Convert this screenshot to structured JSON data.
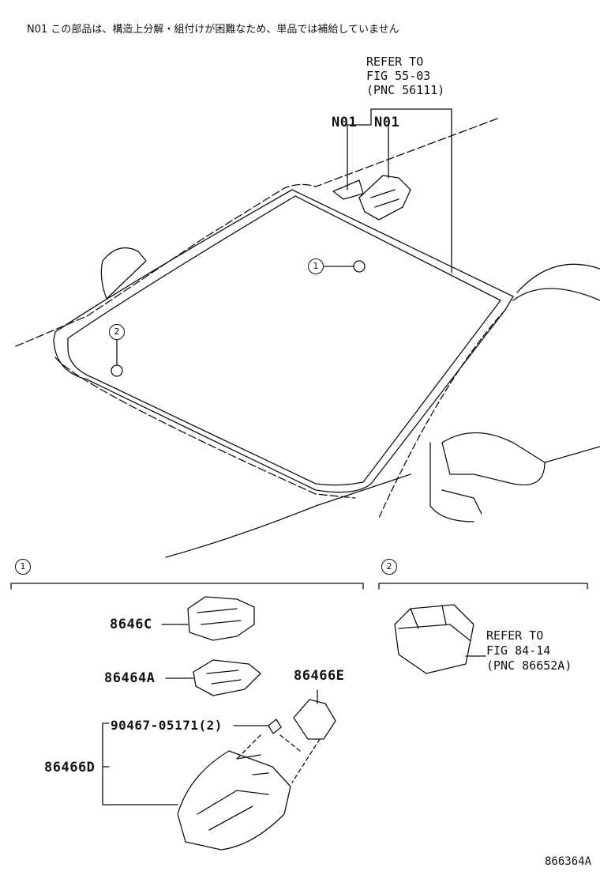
{
  "note_text": "N01 この部品は、構造上分解・組付けが困難なため、単品では補給していません",
  "refer_top": {
    "line1": "REFER TO",
    "line2": "FIG 55-03",
    "line3": "(PNC 56111)"
  },
  "n01_labels": [
    "N01",
    "N01"
  ],
  "callout_numbers": [
    "1",
    "2"
  ],
  "section1_marker": "1",
  "section2_marker": "2",
  "parts": {
    "p1": "8646C",
    "p2": "86464A",
    "p3": "86466E",
    "p4": "90467-05171(2)",
    "p5": "86466D"
  },
  "refer_right": {
    "line1": "REFER TO",
    "line2": "FIG 84-14",
    "line3": "(PNC 86652A)"
  },
  "drawing_id": "866364A"
}
